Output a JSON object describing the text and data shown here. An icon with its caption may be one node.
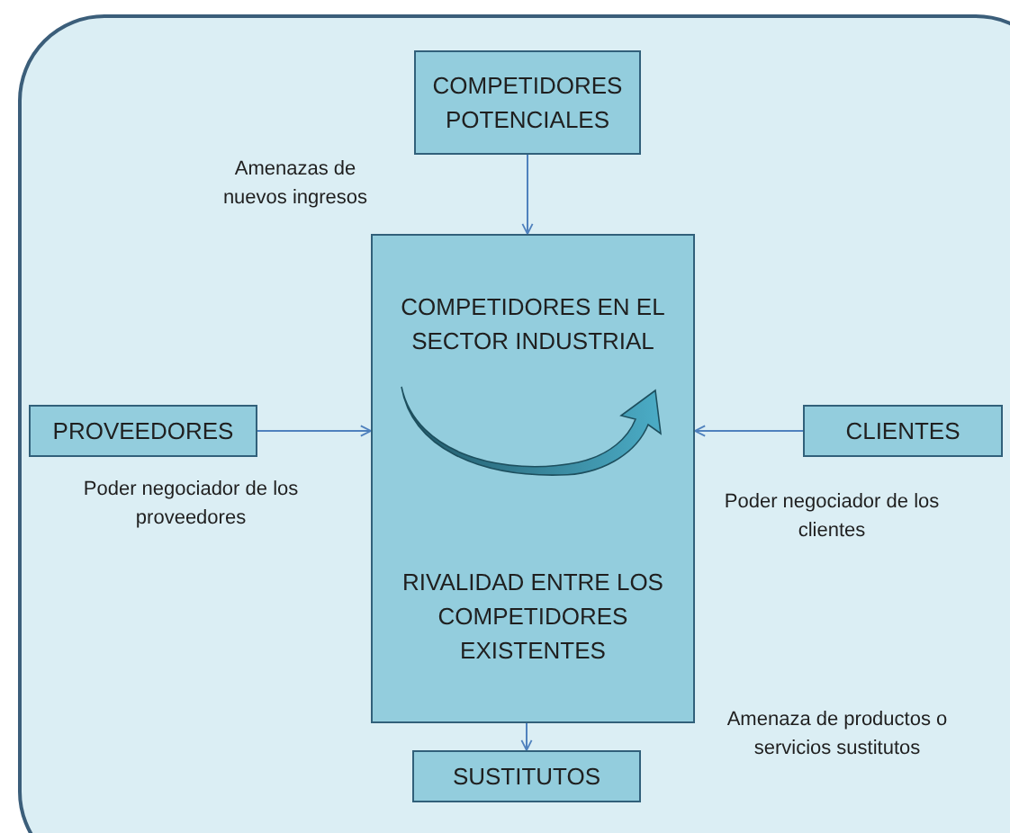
{
  "diagram": {
    "nodes": [
      {
        "text": [
          "COMPETIDORES POTENCIALES"
        ]
      },
      {
        "text": [
          "COMPETIDORES EN EL SECTOR INDUSTRIAL",
          "RIVALIDAD ENTRE LOS COMPETIDORES EXISTENTES"
        ]
      },
      {
        "text": [
          "PROVEEDORES"
        ]
      },
      {
        "text": [
          "CLIENTES"
        ]
      },
      {
        "text": [
          "SUSTITUTOS"
        ]
      }
    ],
    "edges": [
      {
        "from": 0,
        "to": 1,
        "arrow": "to"
      },
      {
        "from": 2,
        "to": 1,
        "arrow": "to"
      },
      {
        "from": 3,
        "to": 1,
        "arrow": "to"
      },
      {
        "from": 1,
        "to": 4,
        "arrow": "to"
      }
    ],
    "labels": [
      "Amenazas de nuevos ingresos",
      "Poder negociador de los proveedores",
      "Poder negociador de los clientes",
      "Amenaza de productos o servicios sustitutos"
    ]
  }
}
